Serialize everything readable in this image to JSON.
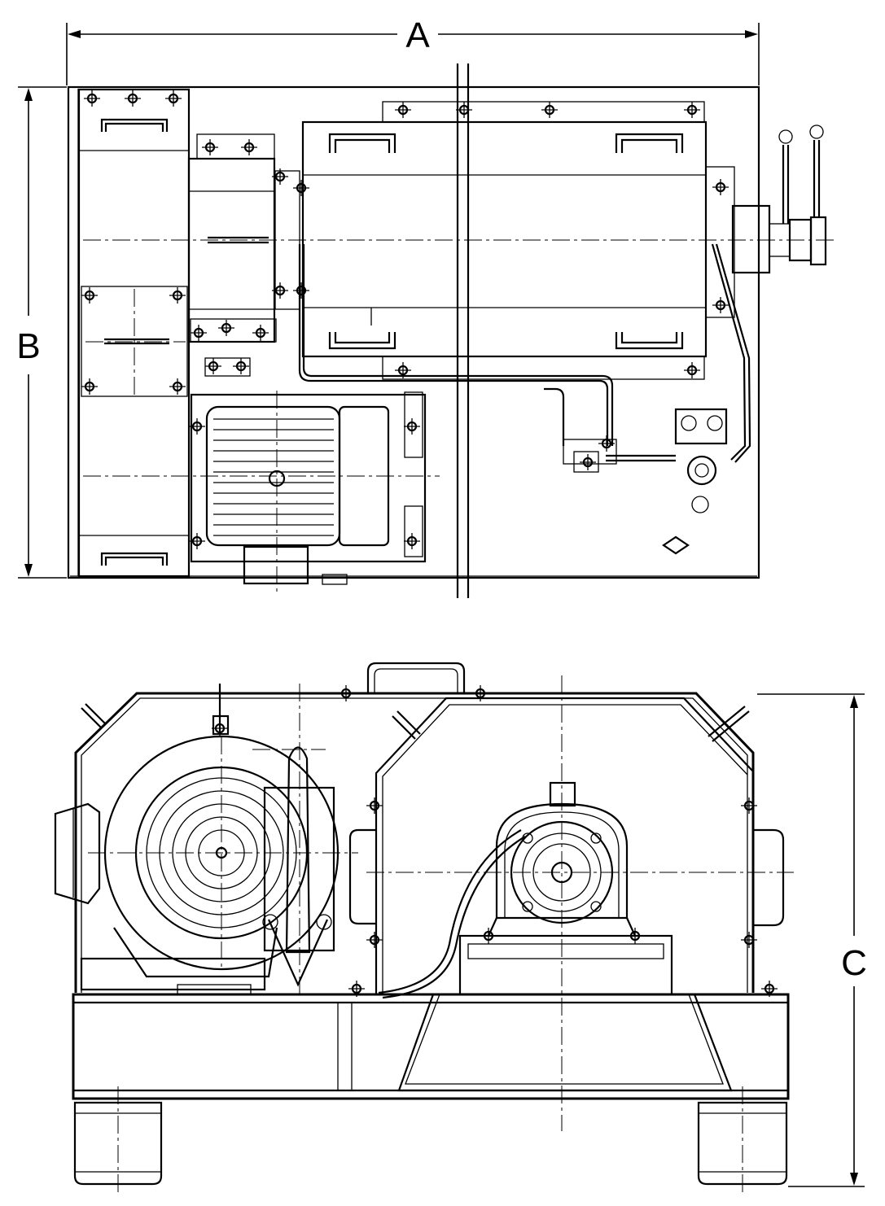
{
  "dimensions": {
    "a": "A",
    "b": "B",
    "c": "C"
  },
  "colors": {
    "line": "#000000",
    "background": "#ffffff"
  }
}
